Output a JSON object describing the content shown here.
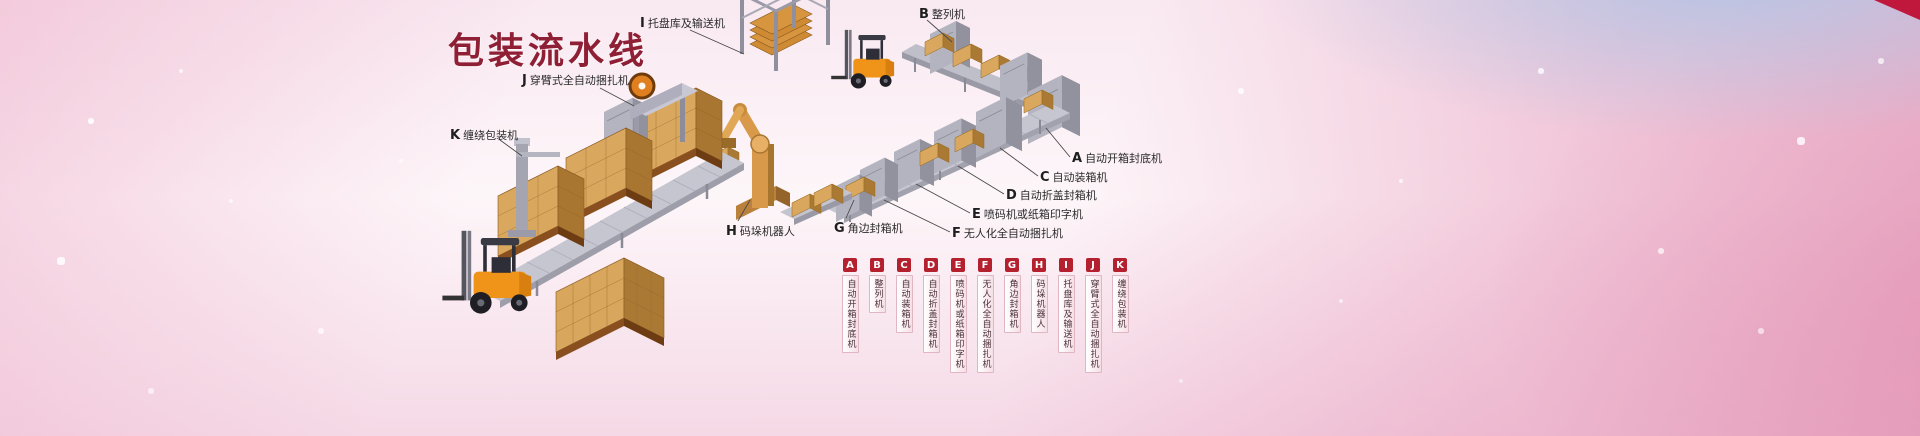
{
  "title": "包装流水线",
  "colors": {
    "title_red": "#8e1f35",
    "legend_red": "#b5202f",
    "machine_gray": "#b4b4c0",
    "carton_tan": "#d8a65c",
    "forklift_orange": "#ef9418",
    "background_pink": "#f5d9e6",
    "background_blue": "#a8c6e8",
    "corner_red": "#c0183c"
  },
  "machines": [
    {
      "letter": "A",
      "label": "自动开箱封底机"
    },
    {
      "letter": "B",
      "label": "整列机"
    },
    {
      "letter": "C",
      "label": "自动装箱机"
    },
    {
      "letter": "D",
      "label": "自动折盖封箱机"
    },
    {
      "letter": "E",
      "label": "喷码机或纸箱印字机"
    },
    {
      "letter": "F",
      "label": "无人化全自动捆扎机"
    },
    {
      "letter": "G",
      "label": "角边封箱机"
    },
    {
      "letter": "H",
      "label": "码垛机器人"
    },
    {
      "letter": "I",
      "label": "托盘库及输送机"
    },
    {
      "letter": "J",
      "label": "穿臂式全自动捆扎机"
    },
    {
      "letter": "K",
      "label": "缠绕包装机"
    }
  ]
}
